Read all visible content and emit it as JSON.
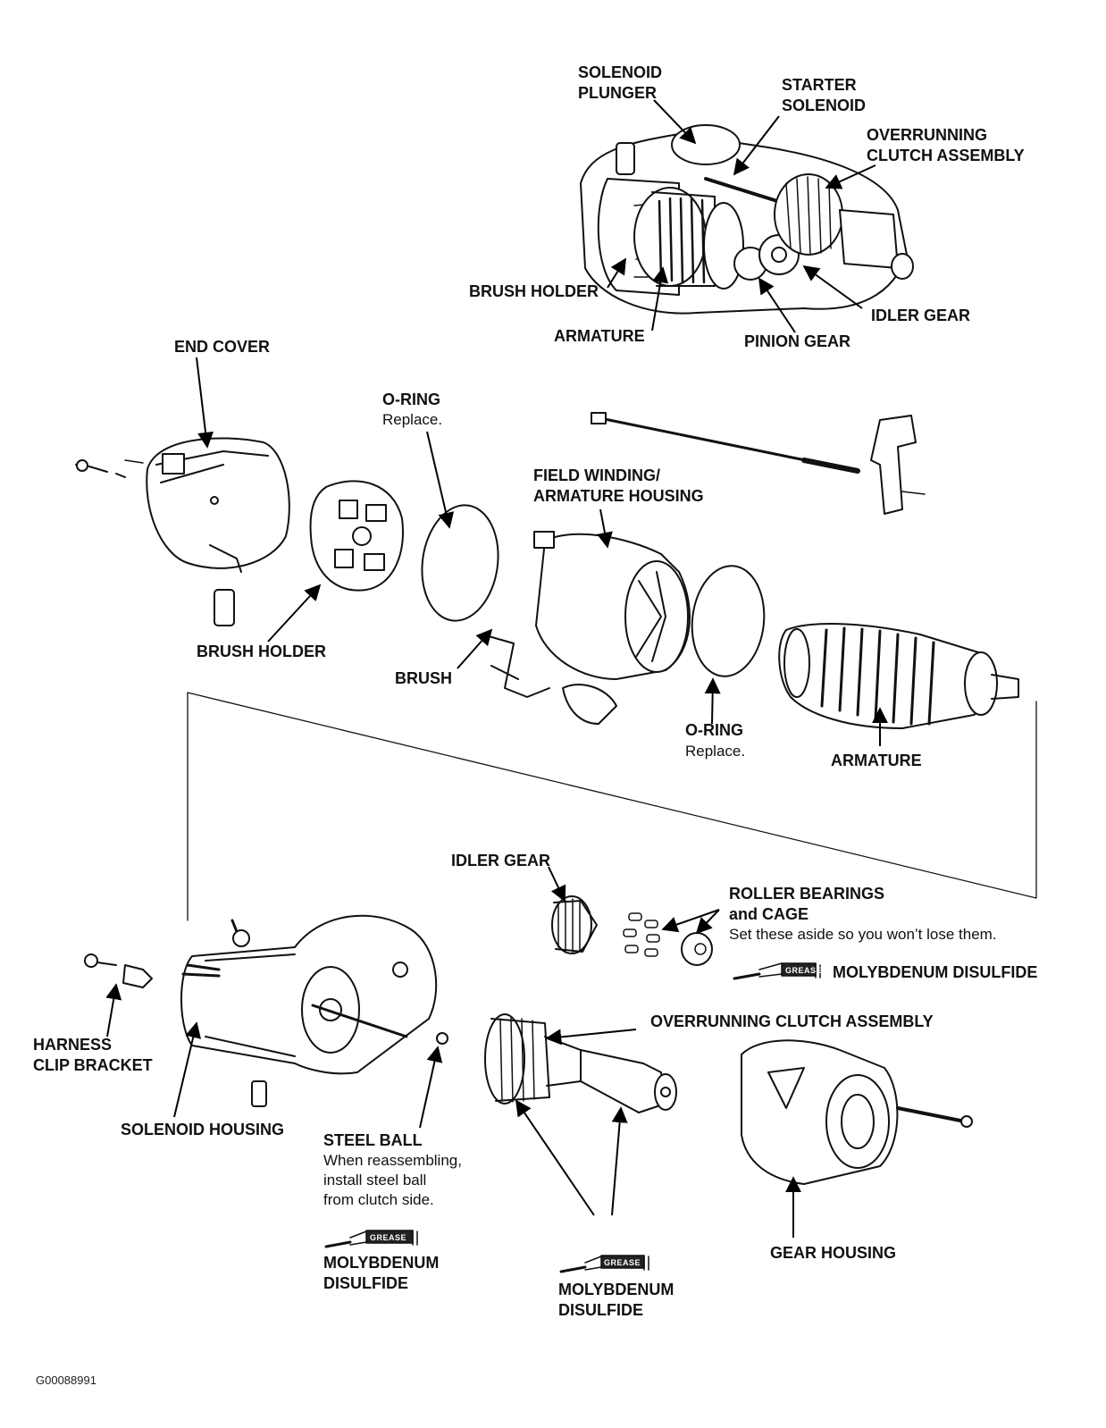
{
  "labels": {
    "solenoid_plunger": [
      "SOLENOID",
      "PLUNGER"
    ],
    "starter_solenoid": [
      "STARTER",
      "SOLENOID"
    ],
    "overrunning_clutch_top": [
      "OVERRUNNING",
      "CLUTCH ASSEMBLY"
    ],
    "brush_holder_top": "BRUSH HOLDER",
    "armature_top": "ARMATURE",
    "pinion_gear": "PINION GEAR",
    "idler_gear_top": "IDLER GEAR",
    "end_cover": "END COVER",
    "o_ring_1": "O-RING",
    "o_ring_1_note": "Replace.",
    "field_winding": [
      "FIELD WINDING/",
      "ARMATURE HOUSING"
    ],
    "brush_holder": "BRUSH HOLDER",
    "brush": "BRUSH",
    "o_ring_2": "O-RING",
    "o_ring_2_note": "Replace.",
    "armature": "ARMATURE",
    "idler_gear": "IDLER GEAR",
    "roller_bearings": [
      "ROLLER BEARINGS",
      "and CAGE"
    ],
    "roller_note": "Set these aside so you won’t lose them.",
    "moly_1": "MOLYBDENUM DISULFIDE",
    "overrunning_clutch": "OVERRUNNING CLUTCH ASSEMBLY",
    "harness_clip": [
      "HARNESS",
      "CLIP BRACKET"
    ],
    "solenoid_housing": "SOLENOID HOUSING",
    "steel_ball": "STEEL BALL",
    "steel_ball_note": [
      "When reassembling,",
      "install steel ball",
      "from clutch side."
    ],
    "moly_2": [
      "MOLYBDENUM",
      "DISULFIDE"
    ],
    "moly_3": [
      "MOLYBDENUM",
      "DISULFIDE"
    ],
    "gear_housing": "GEAR HOUSING",
    "grease_tag": "GREASE",
    "figure_code": "G00088991"
  }
}
